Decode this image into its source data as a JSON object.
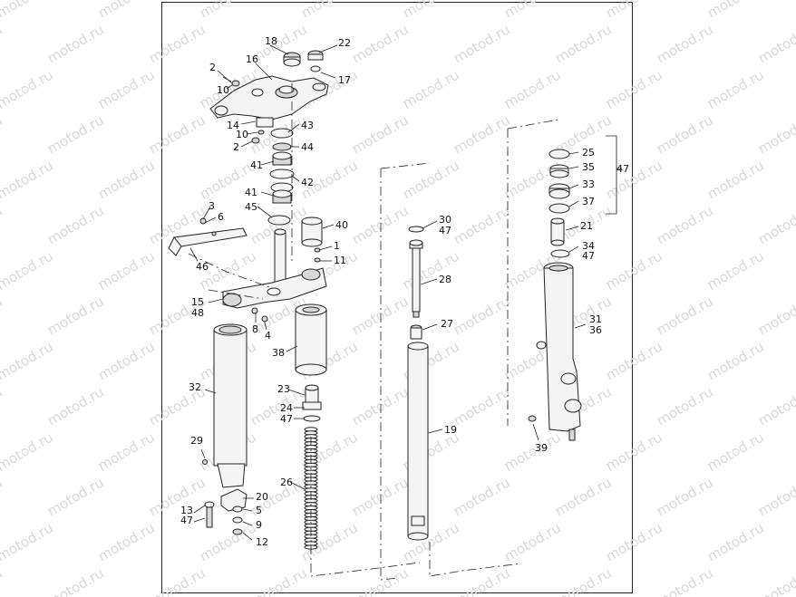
{
  "watermark": {
    "text": "motod.ru",
    "color": "#d9d9d9"
  },
  "callouts": [
    {
      "id": "c18",
      "label": "18"
    },
    {
      "id": "c22",
      "label": "22"
    },
    {
      "id": "c16",
      "label": "16"
    },
    {
      "id": "c17",
      "label": "17"
    },
    {
      "id": "c2a",
      "label": "2"
    },
    {
      "id": "c10a",
      "label": "10"
    },
    {
      "id": "c14",
      "label": "14"
    },
    {
      "id": "c43",
      "label": "43"
    },
    {
      "id": "c10b",
      "label": "10"
    },
    {
      "id": "c44",
      "label": "44"
    },
    {
      "id": "c2b",
      "label": "2"
    },
    {
      "id": "c41a",
      "label": "41"
    },
    {
      "id": "c42",
      "label": "42"
    },
    {
      "id": "c41b",
      "label": "41"
    },
    {
      "id": "c45",
      "label": "45"
    },
    {
      "id": "c40",
      "label": "40"
    },
    {
      "id": "c3",
      "label": "3"
    },
    {
      "id": "c6",
      "label": "6"
    },
    {
      "id": "c1",
      "label": "1"
    },
    {
      "id": "c11",
      "label": "11"
    },
    {
      "id": "c46",
      "label": "46"
    },
    {
      "id": "c15",
      "label": "15"
    },
    {
      "id": "c48",
      "label": "48"
    },
    {
      "id": "c8",
      "label": "8"
    },
    {
      "id": "c4",
      "label": "4"
    },
    {
      "id": "c38",
      "label": "38"
    },
    {
      "id": "c32",
      "label": "32"
    },
    {
      "id": "c23",
      "label": "23"
    },
    {
      "id": "c24",
      "label": "24"
    },
    {
      "id": "c47a",
      "label": "47"
    },
    {
      "id": "c29",
      "label": "29"
    },
    {
      "id": "c26",
      "label": "26"
    },
    {
      "id": "c20",
      "label": "20"
    },
    {
      "id": "c13",
      "label": "13"
    },
    {
      "id": "c47b",
      "label": "47"
    },
    {
      "id": "c5",
      "label": "5"
    },
    {
      "id": "c9",
      "label": "9"
    },
    {
      "id": "c12",
      "label": "12"
    },
    {
      "id": "c30",
      "label": "30"
    },
    {
      "id": "c47c",
      "label": "47"
    },
    {
      "id": "c28",
      "label": "28"
    },
    {
      "id": "c27",
      "label": "27"
    },
    {
      "id": "c19",
      "label": "19"
    },
    {
      "id": "c25",
      "label": "25"
    },
    {
      "id": "c35",
      "label": "35"
    },
    {
      "id": "c33",
      "label": "33"
    },
    {
      "id": "c37",
      "label": "37"
    },
    {
      "id": "c47d",
      "label": "47"
    },
    {
      "id": "c21",
      "label": "21"
    },
    {
      "id": "c34",
      "label": "34"
    },
    {
      "id": "c47e",
      "label": "47"
    },
    {
      "id": "c31",
      "label": "31"
    },
    {
      "id": "c36",
      "label": "36"
    },
    {
      "id": "c39",
      "label": "39"
    }
  ]
}
